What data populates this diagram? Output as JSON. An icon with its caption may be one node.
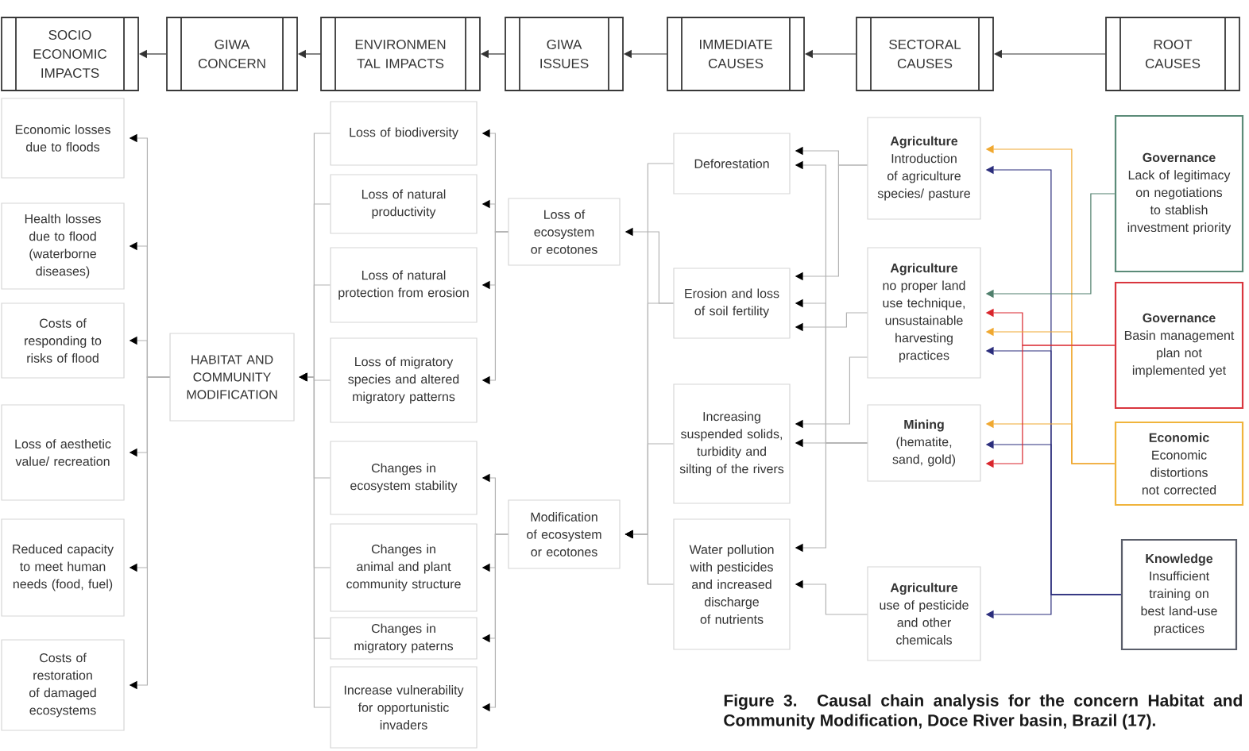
{
  "diagram": {
    "caption": "Figure 3. Causal chain analysis for the concern Habitat and Community Modification, Doce River basin, Brazil (17).",
    "nodes": [
      {
        "text": [
          "SOCIO ECONOMIC IMPACTS"
        ]
      },
      {
        "text": [
          "GIWA CONCERN"
        ]
      },
      {
        "text": [
          "ENVIRONMEN TAL IMPACTS"
        ]
      },
      {
        "text": [
          "GIWA ISSUES"
        ]
      },
      {
        "text": [
          "IMMEDIATE CAUSES"
        ]
      },
      {
        "text": [
          "SECTORAL CAUSES"
        ]
      },
      {
        "text": [
          "ROOT CAUSES"
        ]
      },
      {
        "text": [
          "Economic losses due to floods"
        ]
      },
      {
        "text": [
          "Health losses due to flood (waterborne diseases)"
        ]
      },
      {
        "text": [
          "Costs of responding to risks of flood"
        ]
      },
      {
        "text": [
          "Loss of aesthetic value/ recreation"
        ]
      },
      {
        "text": [
          "Reduced capacity to meet human needs (food, fuel)"
        ]
      },
      {
        "text": [
          "Costs of restoration of damaged ecosystems"
        ]
      },
      {
        "text": [
          "HABITAT AND COMMUNITY MODIFICATION"
        ]
      },
      {
        "text": [
          "Loss of biodiversity"
        ]
      },
      {
        "text": [
          "Loss of natural productivity"
        ]
      },
      {
        "text": [
          "Loss of natural protection from erosion"
        ]
      },
      {
        "text": [
          "Loss of migratory species and altered migratory patterns"
        ]
      },
      {
        "text": [
          "Changes in ecosystem stability"
        ]
      },
      {
        "text": [
          "Changes in animal and plant community structure"
        ]
      },
      {
        "text": [
          "Changes in migratory paterns"
        ]
      },
      {
        "text": [
          "Increase vulnerability for opportunistic invaders"
        ]
      },
      {
        "text": [
          "Loss of ecosystem or ecotones"
        ]
      },
      {
        "text": [
          "Modification of ecosystem or ecotones"
        ]
      },
      {
        "text": [
          "Deforestation"
        ]
      },
      {
        "text": [
          "Erosion and loss of soil fertility"
        ]
      },
      {
        "text": [
          "Increasing suspended solids, turbidity and silting of the rivers"
        ]
      },
      {
        "text": [
          "Water pollution with pesticides and increased discharge of nutrients"
        ]
      },
      {
        "text": [
          "Agriculture",
          "Introduction of agriculture species/ pasture"
        ]
      },
      {
        "text": [
          "Agriculture",
          "no proper land use technique, unsustainable harvesting practices"
        ]
      },
      {
        "text": [
          "Mining",
          "(hematite, sand, gold)"
        ]
      },
      {
        "text": [
          "Agriculture",
          "use of pesticide and other chemicals"
        ]
      },
      {
        "text": [
          "Governance",
          "Lack of legitimacy on negotiations to stablish investment priority"
        ]
      },
      {
        "text": [
          "Governance",
          "Basin management plan not implemented yet"
        ]
      },
      {
        "text": [
          "Economic",
          "Economic distortions not corrected"
        ]
      },
      {
        "text": [
          "Knowledge",
          "Insufficient training on best land-use practices"
        ]
      }
    ],
    "edges": [
      {
        "from": 1,
        "to": 0,
        "arrow": "to",
        "color": "#333333"
      },
      {
        "from": 2,
        "to": 1,
        "arrow": "to",
        "color": "#333333"
      },
      {
        "from": 3,
        "to": 2,
        "arrow": "to",
        "color": "#333333"
      },
      {
        "from": 4,
        "to": 3,
        "arrow": "to",
        "color": "#333333"
      },
      {
        "from": 5,
        "to": 4,
        "arrow": "to",
        "color": "#333333"
      },
      {
        "from": 6,
        "to": 5,
        "arrow": "to",
        "color": "#333333"
      },
      {
        "from": 13,
        "to": 7,
        "arrow": "to"
      },
      {
        "from": 13,
        "to": 8,
        "arrow": "to"
      },
      {
        "from": 13,
        "to": 9,
        "arrow": "to"
      },
      {
        "from": 13,
        "to": 10,
        "arrow": "to"
      },
      {
        "from": 13,
        "to": 11,
        "arrow": "to"
      },
      {
        "from": 13,
        "to": 12,
        "arrow": "to"
      },
      {
        "from": 14,
        "to": 13,
        "arrow": "to"
      },
      {
        "from": 15,
        "to": 13,
        "arrow": "to"
      },
      {
        "from": 16,
        "to": 13,
        "arrow": "to"
      },
      {
        "from": 17,
        "to": 13,
        "arrow": "to"
      },
      {
        "from": 18,
        "to": 13,
        "arrow": "to"
      },
      {
        "from": 19,
        "to": 13,
        "arrow": "to"
      },
      {
        "from": 20,
        "to": 13,
        "arrow": "to"
      },
      {
        "from": 21,
        "to": 13,
        "arrow": "to"
      },
      {
        "from": 22,
        "to": 14,
        "arrow": "to"
      },
      {
        "from": 22,
        "to": 15,
        "arrow": "to"
      },
      {
        "from": 22,
        "to": 16,
        "arrow": "to"
      },
      {
        "from": 22,
        "to": 17,
        "arrow": "to"
      },
      {
        "from": 23,
        "to": 18,
        "arrow": "to"
      },
      {
        "from": 23,
        "to": 19,
        "arrow": "to"
      },
      {
        "from": 23,
        "to": 20,
        "arrow": "to"
      },
      {
        "from": 23,
        "to": 21,
        "arrow": "to"
      },
      {
        "from": 25,
        "to": 22,
        "arrow": "to"
      },
      {
        "from": 24,
        "to": 23,
        "arrow": "to"
      },
      {
        "from": 25,
        "to": 23,
        "arrow": "to"
      },
      {
        "from": 26,
        "to": 23,
        "arrow": "to"
      },
      {
        "from": 27,
        "to": 23,
        "arrow": "to"
      },
      {
        "from": 28,
        "to": 24,
        "arrow": "to"
      },
      {
        "from": 28,
        "to": 25,
        "arrow": "to"
      },
      {
        "from": 29,
        "to": 25,
        "arrow": "to"
      },
      {
        "from": 29,
        "to": 26,
        "arrow": "to"
      },
      {
        "from": 30,
        "to": 24,
        "arrow": "to"
      },
      {
        "from": 30,
        "to": 25,
        "arrow": "to"
      },
      {
        "from": 30,
        "to": 26,
        "arrow": "to"
      },
      {
        "from": 30,
        "to": 27,
        "arrow": "to"
      },
      {
        "from": 31,
        "to": 27,
        "arrow": "to"
      },
      {
        "from": 34,
        "to": 28,
        "arrow": "to",
        "color": "#f0a830"
      },
      {
        "from": 35,
        "to": 28,
        "arrow": "to",
        "color": "#2b2d7c"
      },
      {
        "from": 32,
        "to": 29,
        "arrow": "to",
        "color": "#4f7f6c"
      },
      {
        "from": 33,
        "to": 29,
        "arrow": "to",
        "color": "#d9252c"
      },
      {
        "from": 34,
        "to": 29,
        "arrow": "to",
        "color": "#f0a830"
      },
      {
        "from": 35,
        "to": 29,
        "arrow": "to",
        "color": "#2b2d7c"
      },
      {
        "from": 34,
        "to": 30,
        "arrow": "to",
        "color": "#f0a830"
      },
      {
        "from": 35,
        "to": 30,
        "arrow": "to",
        "color": "#2b2d7c"
      },
      {
        "from": 33,
        "to": 30,
        "arrow": "to",
        "color": "#d9252c"
      },
      {
        "from": 35,
        "to": 31,
        "arrow": "to",
        "color": "#2b2d7c"
      }
    ]
  }
}
